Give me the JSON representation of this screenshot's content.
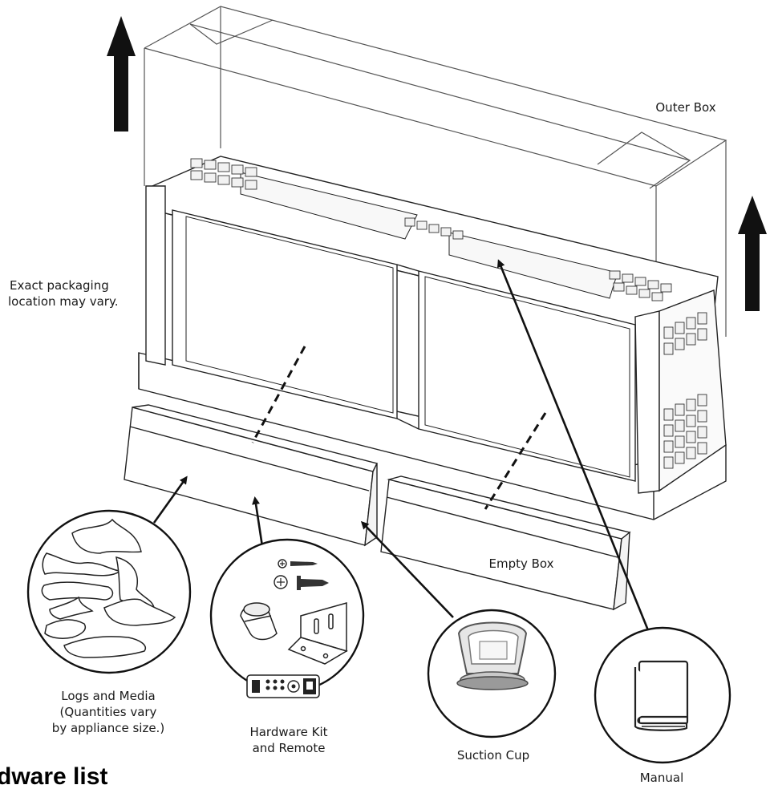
{
  "labels": {
    "outer_box": "Outer Box",
    "packaging_note_line1": "Exact packaging",
    "packaging_note_line2": "location may vary.",
    "empty_box": "Empty Box",
    "logs_line1": "Logs and Media",
    "logs_line2": "(Quantities vary",
    "logs_line3": "by appliance size.)",
    "hardware_line1": "Hardware Kit",
    "hardware_line2": "and Remote",
    "suction_cup": "Suction Cup",
    "manual": "Manual"
  },
  "heading": "dware list",
  "colors": {
    "line": "#2a2a2a",
    "arrow": "#111111",
    "fill_light": "#f4f4f4"
  }
}
